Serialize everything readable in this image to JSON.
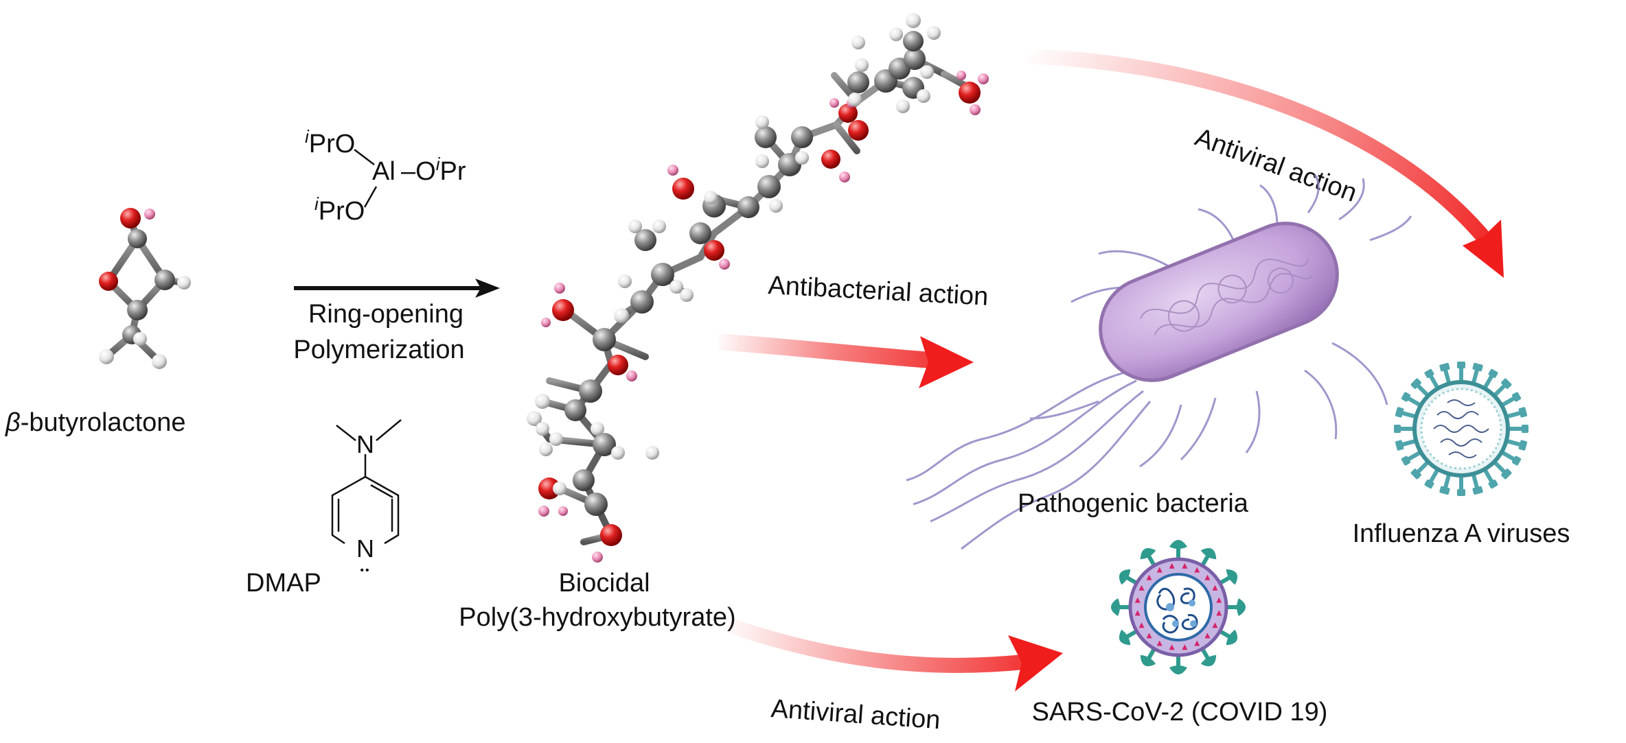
{
  "monomer": {
    "prefix": "β",
    "name": "-butyrolactone"
  },
  "catalyst": {
    "group1_sup": "i",
    "group1": "PrO",
    "metal": "Al",
    "group2": "–O",
    "group2_sup": "i",
    "group2_end": "Pr",
    "group3_sup": "i",
    "group3": "PrO"
  },
  "reaction": {
    "line1": "Ring-opening",
    "line2": "Polymerization"
  },
  "cocatalyst": {
    "name": "DMAP",
    "n_top": "N",
    "n_ring": "N",
    "lone_pair": "••"
  },
  "polymer": {
    "line1": "Biocidal",
    "line2": "Poly(3-hydroxybutyrate)"
  },
  "actions": {
    "antibacterial": "Antibacterial action",
    "antiviral_top": "Antiviral action",
    "antiviral_bottom": "Antiviral action"
  },
  "targets": {
    "bacteria": "Pathogenic bacteria",
    "influenza": "Influenza A viruses",
    "sars": "SARS-CoV-2 (COVID 19)"
  },
  "colors": {
    "oxygen": "#d8141c",
    "carbon": "#7f7f7f",
    "hydrogen": "#e6e6e6",
    "h_on_oxygen": "#e985b0",
    "arrow_red": "#f01d1d",
    "bacteria_body": "#c6a6dc",
    "influenza_spike": "#4fa5ab",
    "sars_spike": "#2f9a8e"
  }
}
